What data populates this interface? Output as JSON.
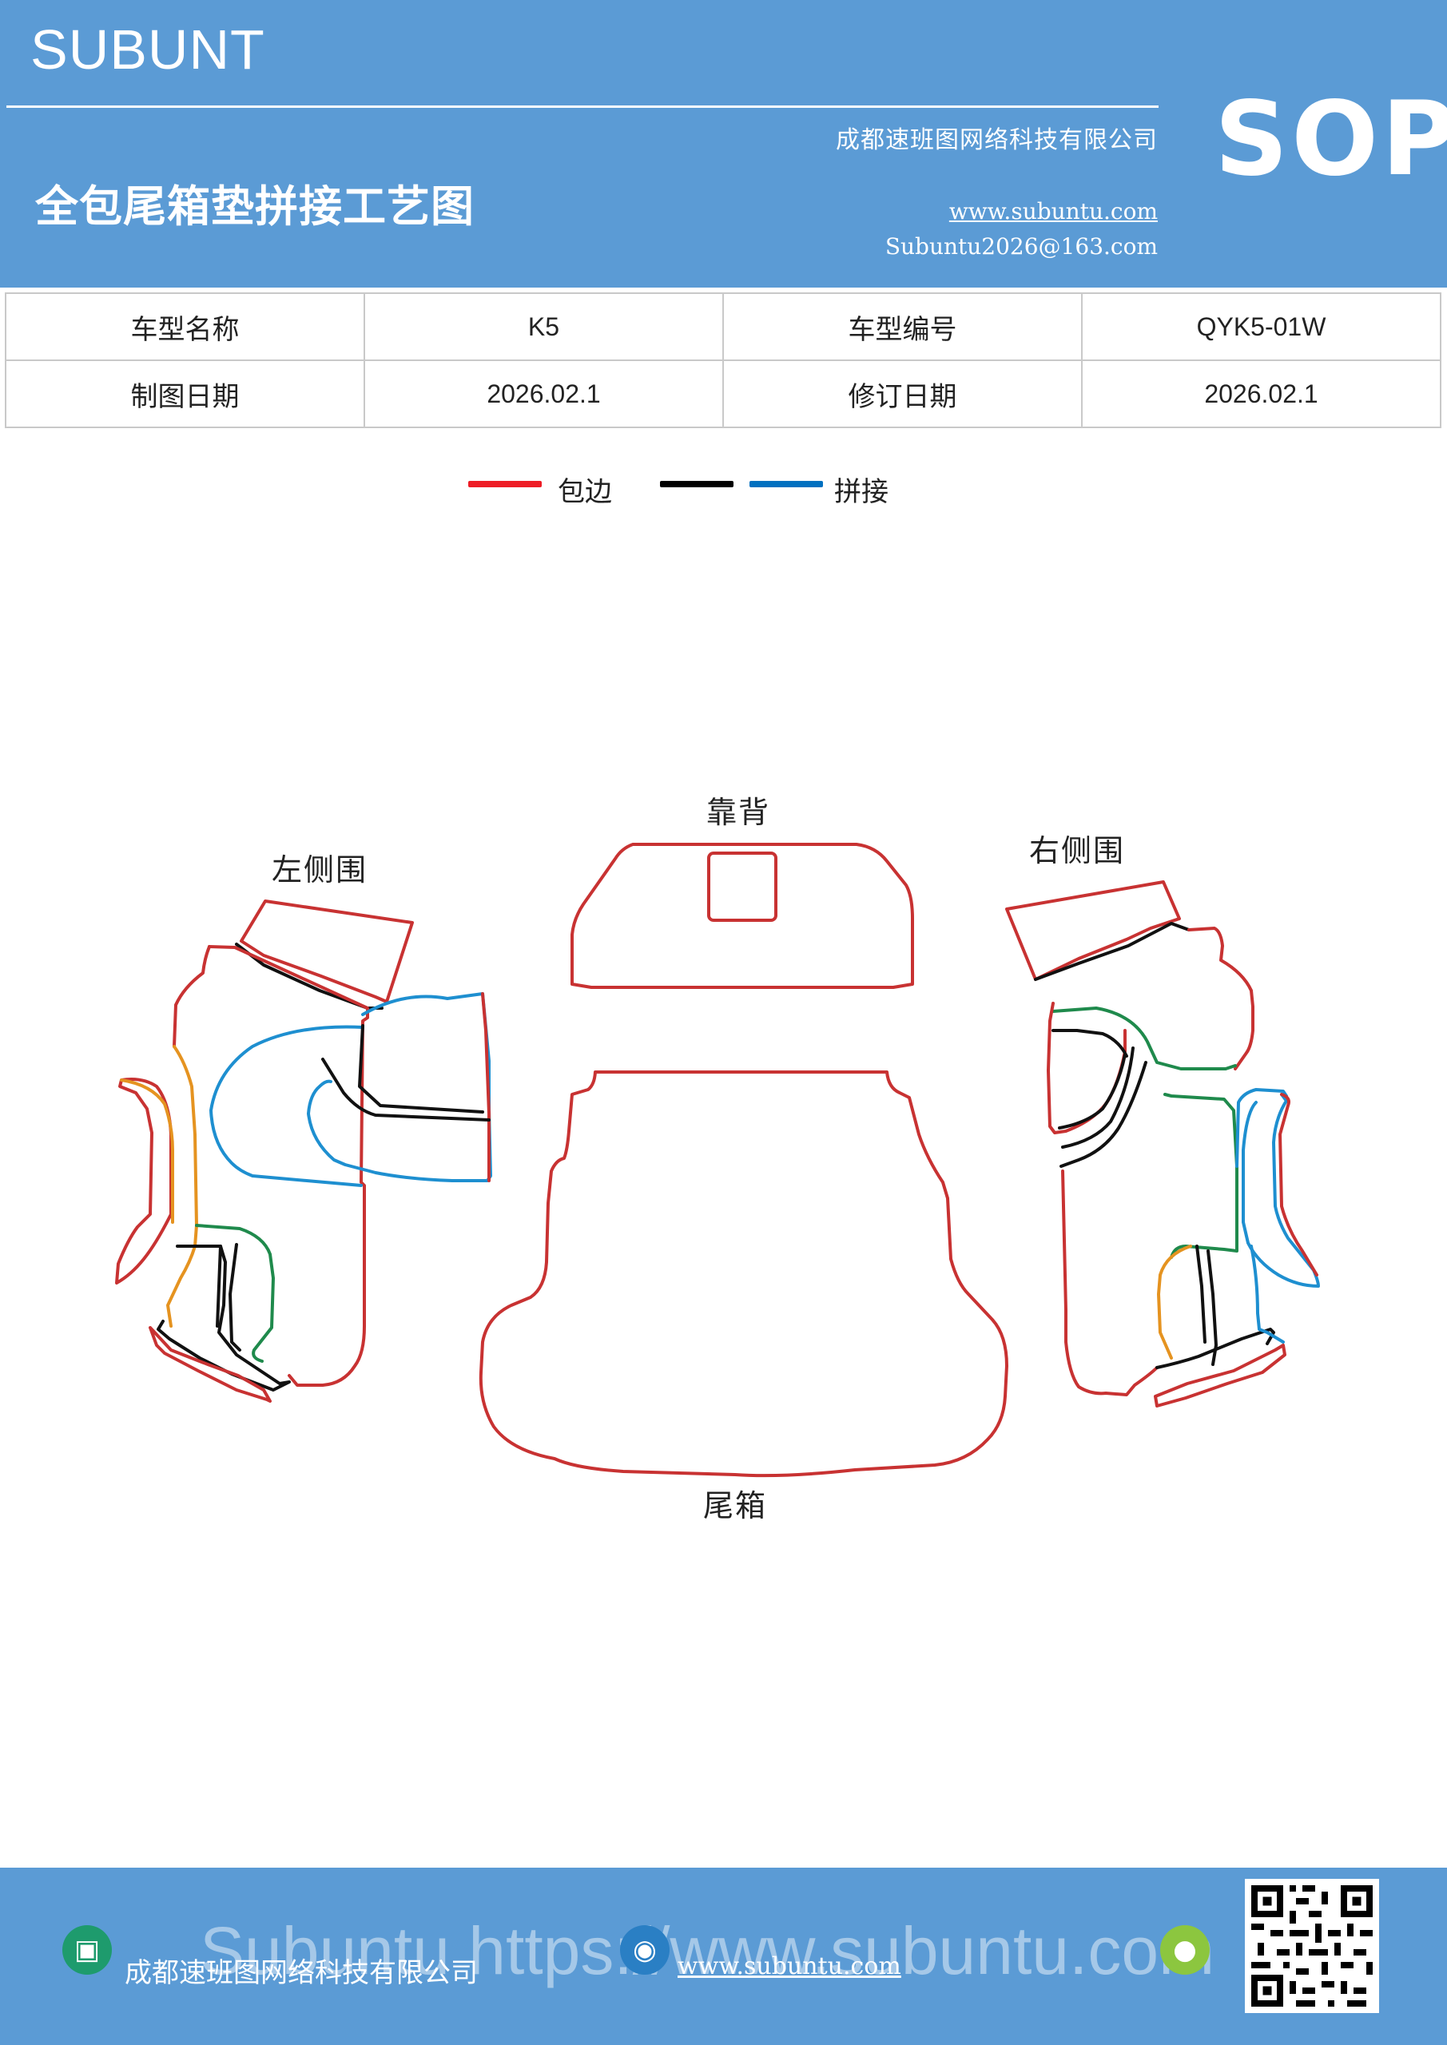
{
  "header": {
    "brand": "SUBUNT",
    "company": "成都速班图网络科技有限公司",
    "title": "全包尾箱垫拼接工艺图",
    "website": "www.subuntu.com",
    "email": "Subuntu2026@163.com",
    "badge": "SOP"
  },
  "info_table": {
    "rows": [
      [
        "车型名称",
        "K5",
        "车型编号",
        "QYK5-01W"
      ],
      [
        "制图日期",
        "2026.02.1",
        "修订日期",
        "2026.02.1"
      ]
    ]
  },
  "legend": {
    "items": [
      {
        "label": "包边",
        "color": "#ee1c25"
      },
      {
        "label": "",
        "color": "#000000"
      },
      {
        "label": "拼接",
        "color": "#0070c0"
      }
    ]
  },
  "diagram": {
    "labels": {
      "back": "靠背",
      "left": "左侧围",
      "right": "右侧围",
      "trunk": "尾箱"
    },
    "line_colors": {
      "edge": "#c83232",
      "seam_black": "#111111",
      "seam_blue": "#1e8fd0",
      "seam_orange": "#e59320",
      "seam_green": "#1f8a4c"
    }
  },
  "footer": {
    "company": "成都速班图网络科技有限公司",
    "website": "www.subuntu.com",
    "watermark": "Subuntu https://www.subuntu.com"
  }
}
